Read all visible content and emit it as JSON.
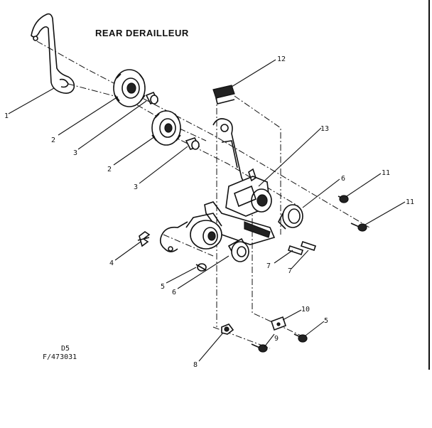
{
  "title": "REAR DERAILLEUR",
  "code": {
    "line1": "D5",
    "line2": "F/473031"
  },
  "callouts": [
    {
      "label": "1"
    },
    {
      "label": "2"
    },
    {
      "label": "3"
    },
    {
      "label": "2"
    },
    {
      "label": "3"
    },
    {
      "label": "12"
    },
    {
      "label": "13"
    },
    {
      "label": "6"
    },
    {
      "label": "11"
    },
    {
      "label": "11"
    },
    {
      "label": "4"
    },
    {
      "label": "5"
    },
    {
      "label": "6"
    },
    {
      "label": "7"
    },
    {
      "label": "7"
    },
    {
      "label": "10"
    },
    {
      "label": "5"
    },
    {
      "label": "9"
    },
    {
      "label": "8"
    }
  ]
}
